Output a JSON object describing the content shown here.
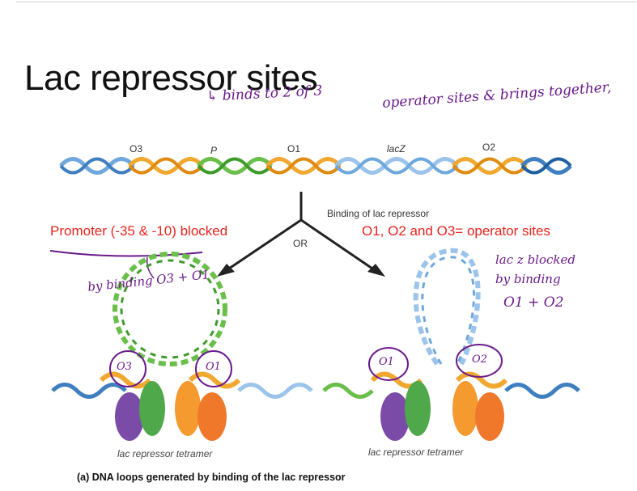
{
  "slide": {
    "title": "Lac repressor sites",
    "handwritten_top_a": "binds to 2 of 3",
    "handwritten_top_b": "operator sites & brings together,",
    "handwritten_left": "by binding  O3 + O1",
    "handwritten_right_1": "lac z blocked",
    "handwritten_right_2": "by binding",
    "handwritten_right_3": "O1 + O2"
  },
  "diagram": {
    "site_o3": "O3",
    "site_p": "P",
    "site_o1": "O1",
    "site_lacz": "lacZ",
    "site_o2": "O2",
    "binding_label": "Binding of lac repressor",
    "or_label": "OR",
    "promoter_blocked": "Promoter (-35 & -10) blocked",
    "operator_sites": "O1, O2 and O3= operator sites",
    "loop_left_o3": "O3",
    "loop_left_o1": "O1",
    "loop_right_o1": "O1",
    "loop_right_o2": "O2",
    "tetramer_left": "lac repressor tetramer",
    "tetramer_right": "lac repressor tetramer",
    "caption": "(a) DNA loops generated by binding of the lac repressor"
  },
  "colors": {
    "blue_dna": "#6fa8dc",
    "orange_dna": "#f0a830",
    "green_dna": "#6abf4b",
    "red_text": "#e8241e",
    "handwriting": "#6a1a8a"
  }
}
